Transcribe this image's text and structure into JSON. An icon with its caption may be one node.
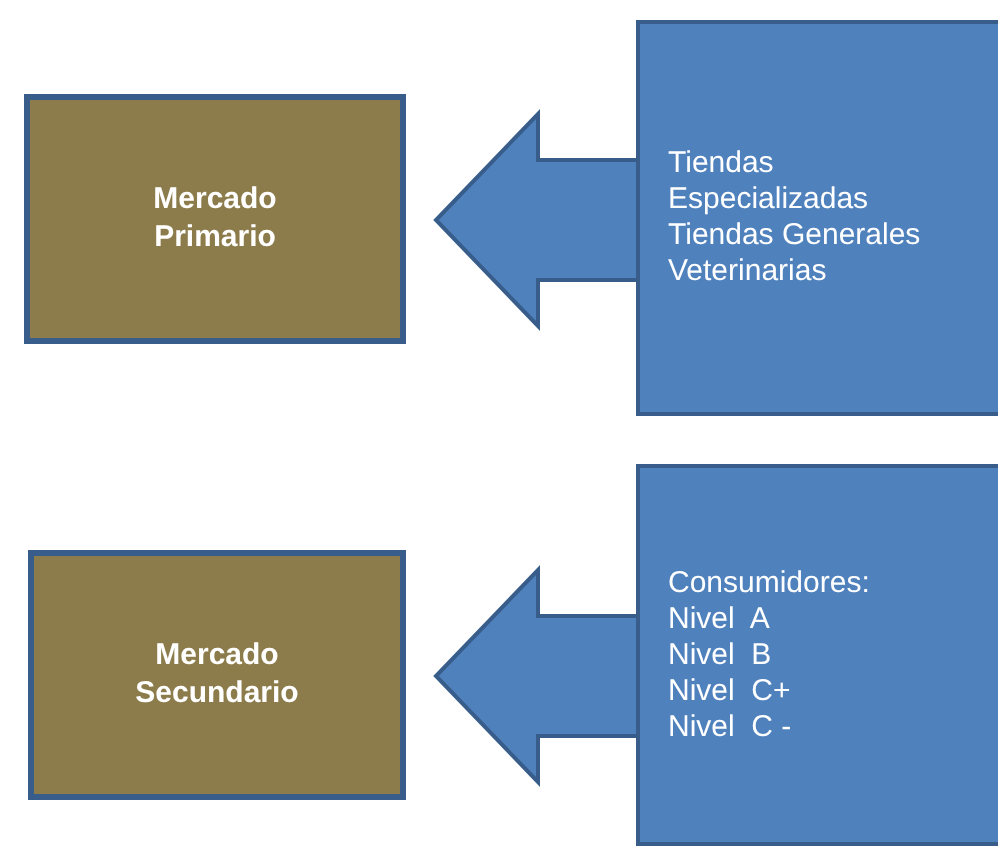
{
  "diagram": {
    "nodes": [
      {
        "text": [
          "Mercado Primario"
        ]
      },
      {
        "text": [
          "Tiendas Especializadas",
          "Tiendas Generales",
          "Veterinarias"
        ]
      },
      {
        "text": [
          "Mercado Secundario"
        ]
      },
      {
        "text": [
          "Consumidores:",
          "Nivel  A",
          "Nivel  B",
          "Nivel  C+",
          "Nivel  C -"
        ]
      }
    ],
    "edges": [
      {
        "from": 1,
        "to": 0,
        "arrow": "to"
      },
      {
        "from": 3,
        "to": 2,
        "arrow": "to"
      }
    ]
  }
}
